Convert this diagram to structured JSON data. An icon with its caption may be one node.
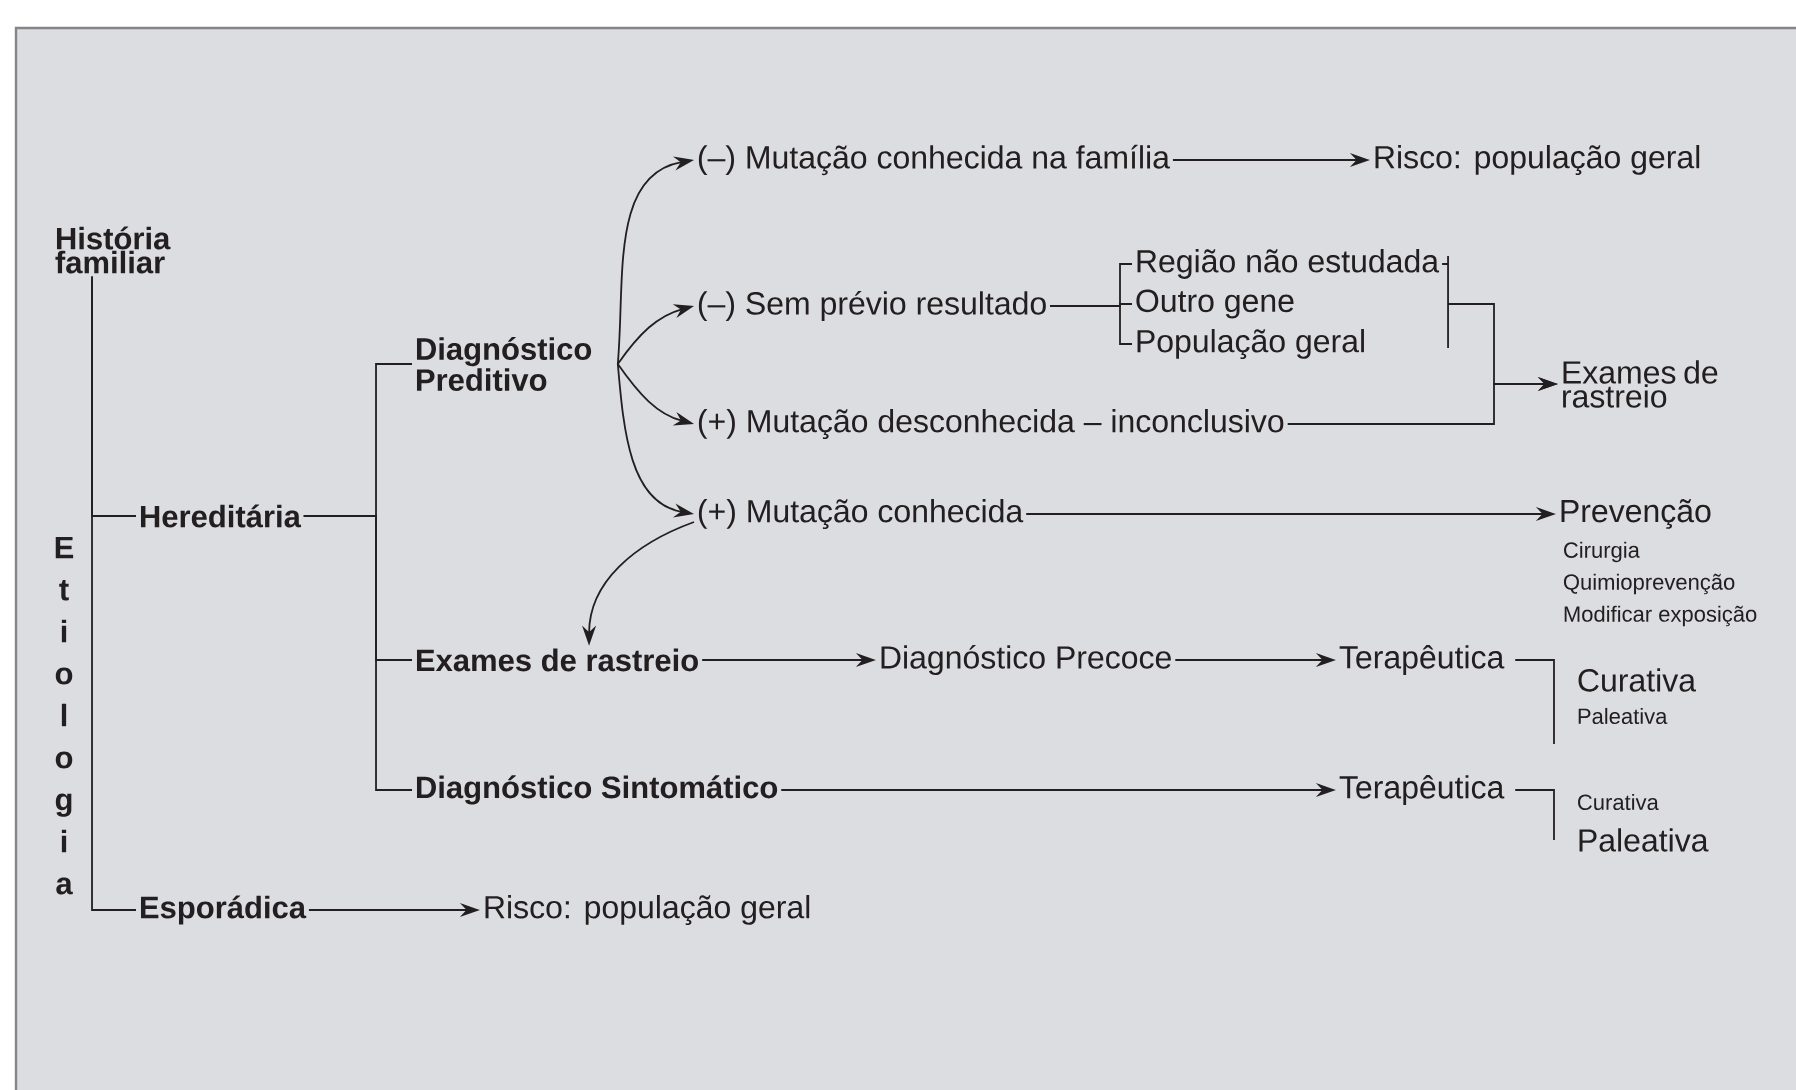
{
  "diagram": {
    "nodes": [
      {
        "text": [
          "História familiar"
        ]
      },
      {
        "text": [
          "Hereditária"
        ]
      },
      {
        "text": [
          "Diagnóstico Preditivo"
        ]
      },
      {
        "text": [
          "(–) Mutação conhecida na família"
        ]
      },
      {
        "text": [
          "Risco: população geral"
        ]
      },
      {
        "text": [
          "(–) Sem prévio resultado"
        ]
      },
      {
        "text": [
          "Região não estudada"
        ]
      },
      {
        "text": [
          "Outro gene"
        ]
      },
      {
        "text": [
          "População geral"
        ]
      },
      {
        "text": [
          "(+) Mutação desconhecida – inconclusivo"
        ]
      },
      {
        "text": [
          "Exames de rastreio"
        ]
      },
      {
        "text": [
          "(+) Mutação conhecida"
        ]
      },
      {
        "text": [
          "Prevenção"
        ],
        "beside": [
          "Cirurgia",
          "Quimioprevenção",
          "Modificar exposição"
        ]
      },
      {
        "text": [
          "Exames de rastreio"
        ]
      },
      {
        "text": [
          "Diagnóstico Precoce"
        ]
      },
      {
        "text": [
          "Terapêutica"
        ],
        "beside": [
          "Curativa",
          "Paleativa"
        ]
      },
      {
        "text": [
          "Diagnóstico Sintomático"
        ]
      },
      {
        "text": [
          "Terapêutica"
        ],
        "beside": [
          "Curativa",
          "Paleativa"
        ]
      },
      {
        "text": [
          "Esporádica"
        ]
      },
      {
        "text": [
          "Risco: população geral"
        ]
      }
    ],
    "edges": [
      {
        "from": 0,
        "to": 1,
        "arrow": "none"
      },
      {
        "from": 0,
        "to": 18,
        "arrow": "none"
      },
      {
        "from": 1,
        "to": 2,
        "arrow": "none"
      },
      {
        "from": 1,
        "to": 13,
        "arrow": "none"
      },
      {
        "from": 1,
        "to": 16,
        "arrow": "none"
      },
      {
        "from": 2,
        "to": 3,
        "arrow": "to"
      },
      {
        "from": 2,
        "to": 5,
        "arrow": "to"
      },
      {
        "from": 2,
        "to": 9,
        "arrow": "to"
      },
      {
        "from": 2,
        "to": 11,
        "arrow": "to"
      },
      {
        "from": 3,
        "to": 4,
        "arrow": "to"
      },
      {
        "from": 5,
        "to": 6,
        "arrow": "none"
      },
      {
        "from": 5,
        "to": 7,
        "arrow": "none"
      },
      {
        "from": 5,
        "to": 8,
        "arrow": "none"
      },
      {
        "from": 6,
        "to": 10,
        "arrow": "to"
      },
      {
        "from": 9,
        "to": 10,
        "arrow": "to"
      },
      {
        "from": 11,
        "to": 12,
        "arrow": "to"
      },
      {
        "from": 11,
        "to": 13,
        "arrow": "to"
      },
      {
        "from": 13,
        "to": 14,
        "arrow": "to"
      },
      {
        "from": 14,
        "to": 15,
        "arrow": "to"
      },
      {
        "from": 16,
        "to": 17,
        "arrow": "to"
      },
      {
        "from": 18,
        "to": 19,
        "arrow": "to"
      }
    ],
    "labels": [
      "Etiologia"
    ]
  }
}
